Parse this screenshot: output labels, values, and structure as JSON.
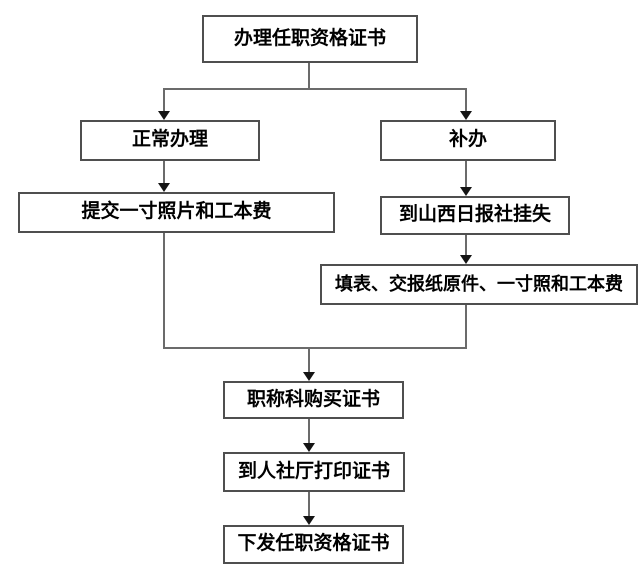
{
  "flowchart": {
    "nodes": {
      "start": {
        "label": "办理任职资格证书"
      },
      "normal": {
        "label": "正常办理"
      },
      "reissue": {
        "label": "补办"
      },
      "submit_photo": {
        "label": "提交一寸照片和工本费"
      },
      "report_loss": {
        "label": "到山西日报社挂失"
      },
      "fill_form": {
        "label": "填表、交报纸原件、一寸照和工本费"
      },
      "purchase": {
        "label": "职称科购买证书"
      },
      "print_cert": {
        "label": "到人社厅打印证书"
      },
      "issue_cert": {
        "label": "下发任职资格证书"
      }
    },
    "edges": [
      {
        "from": "start",
        "to": "normal"
      },
      {
        "from": "start",
        "to": "reissue"
      },
      {
        "from": "normal",
        "to": "submit_photo"
      },
      {
        "from": "reissue",
        "to": "report_loss"
      },
      {
        "from": "report_loss",
        "to": "fill_form"
      },
      {
        "from": "submit_photo",
        "to": "purchase"
      },
      {
        "from": "fill_form",
        "to": "purchase"
      },
      {
        "from": "purchase",
        "to": "print_cert"
      },
      {
        "from": "print_cert",
        "to": "issue_cert"
      }
    ],
    "colors": {
      "background": "#ffffff",
      "box_fill": "#ffffff",
      "box_border": "#4f4f4f",
      "connector": "#6b6b6b",
      "arrowhead": "#141414",
      "text": "#000000"
    }
  }
}
